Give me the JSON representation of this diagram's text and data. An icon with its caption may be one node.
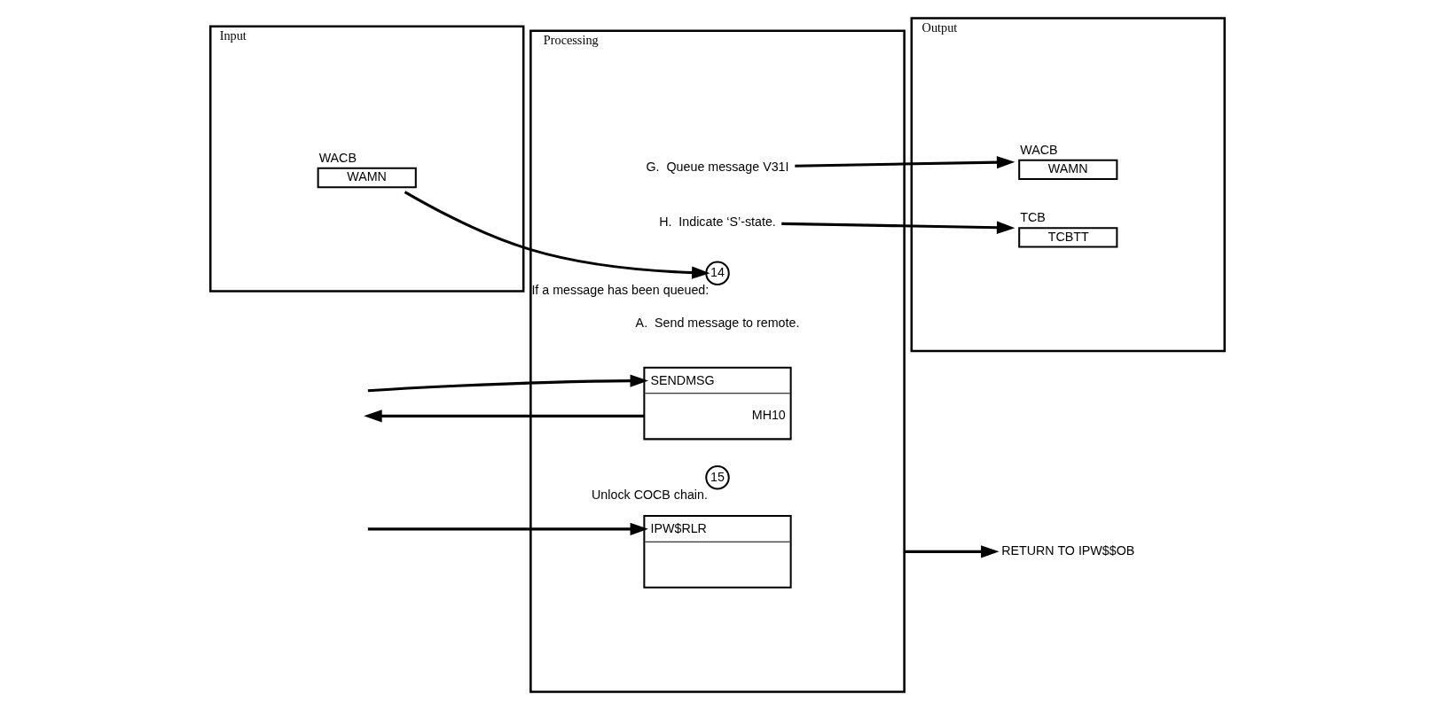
{
  "diagram": {
    "nodes": [
      {
        "text": [
          "Input"
        ]
      },
      {
        "text": [
          "WACB",
          "WAMN"
        ],
        "in": 0
      },
      {
        "text": [
          "Processing"
        ]
      },
      {
        "text": [
          "G.  Queue message V31I"
        ],
        "in": 2
      },
      {
        "text": [
          "H.  Indicate ‘S’-state."
        ],
        "in": 2
      },
      {
        "text": [
          "14"
        ],
        "in": 2,
        "beside": [
          "If a message has been queued:"
        ]
      },
      {
        "text": [
          "SENDMSG",
          "MH10"
        ],
        "in": 2
      },
      {
        "text": [
          "15"
        ],
        "in": 2,
        "beside": [
          "Unlock COCB chain."
        ]
      },
      {
        "text": [
          "IPW$RLR"
        ],
        "in": 2
      },
      {
        "text": [
          "Output"
        ]
      },
      {
        "text": [
          "WACB",
          "WAMN"
        ],
        "in": 9
      },
      {
        "text": [
          "TCB",
          "TCBTT"
        ],
        "in": 9
      },
      {
        "text": [
          "RETURN TO IPW$$OB"
        ]
      }
    ],
    "edges": [
      {
        "from": 3,
        "to": 10,
        "arrow": "to"
      },
      {
        "from": 4,
        "to": 11,
        "arrow": "to"
      },
      {
        "from": 1,
        "to": 5,
        "arrow": "to"
      },
      {
        "from": null,
        "to": 6,
        "arrow": "to"
      },
      {
        "from": 6,
        "to": null,
        "arrow": "to"
      },
      {
        "from": null,
        "to": 8,
        "arrow": "to"
      },
      {
        "from": 2,
        "to": 12,
        "arrow": "to"
      }
    ],
    "labels": [
      "A.  Send message to remote."
    ]
  }
}
